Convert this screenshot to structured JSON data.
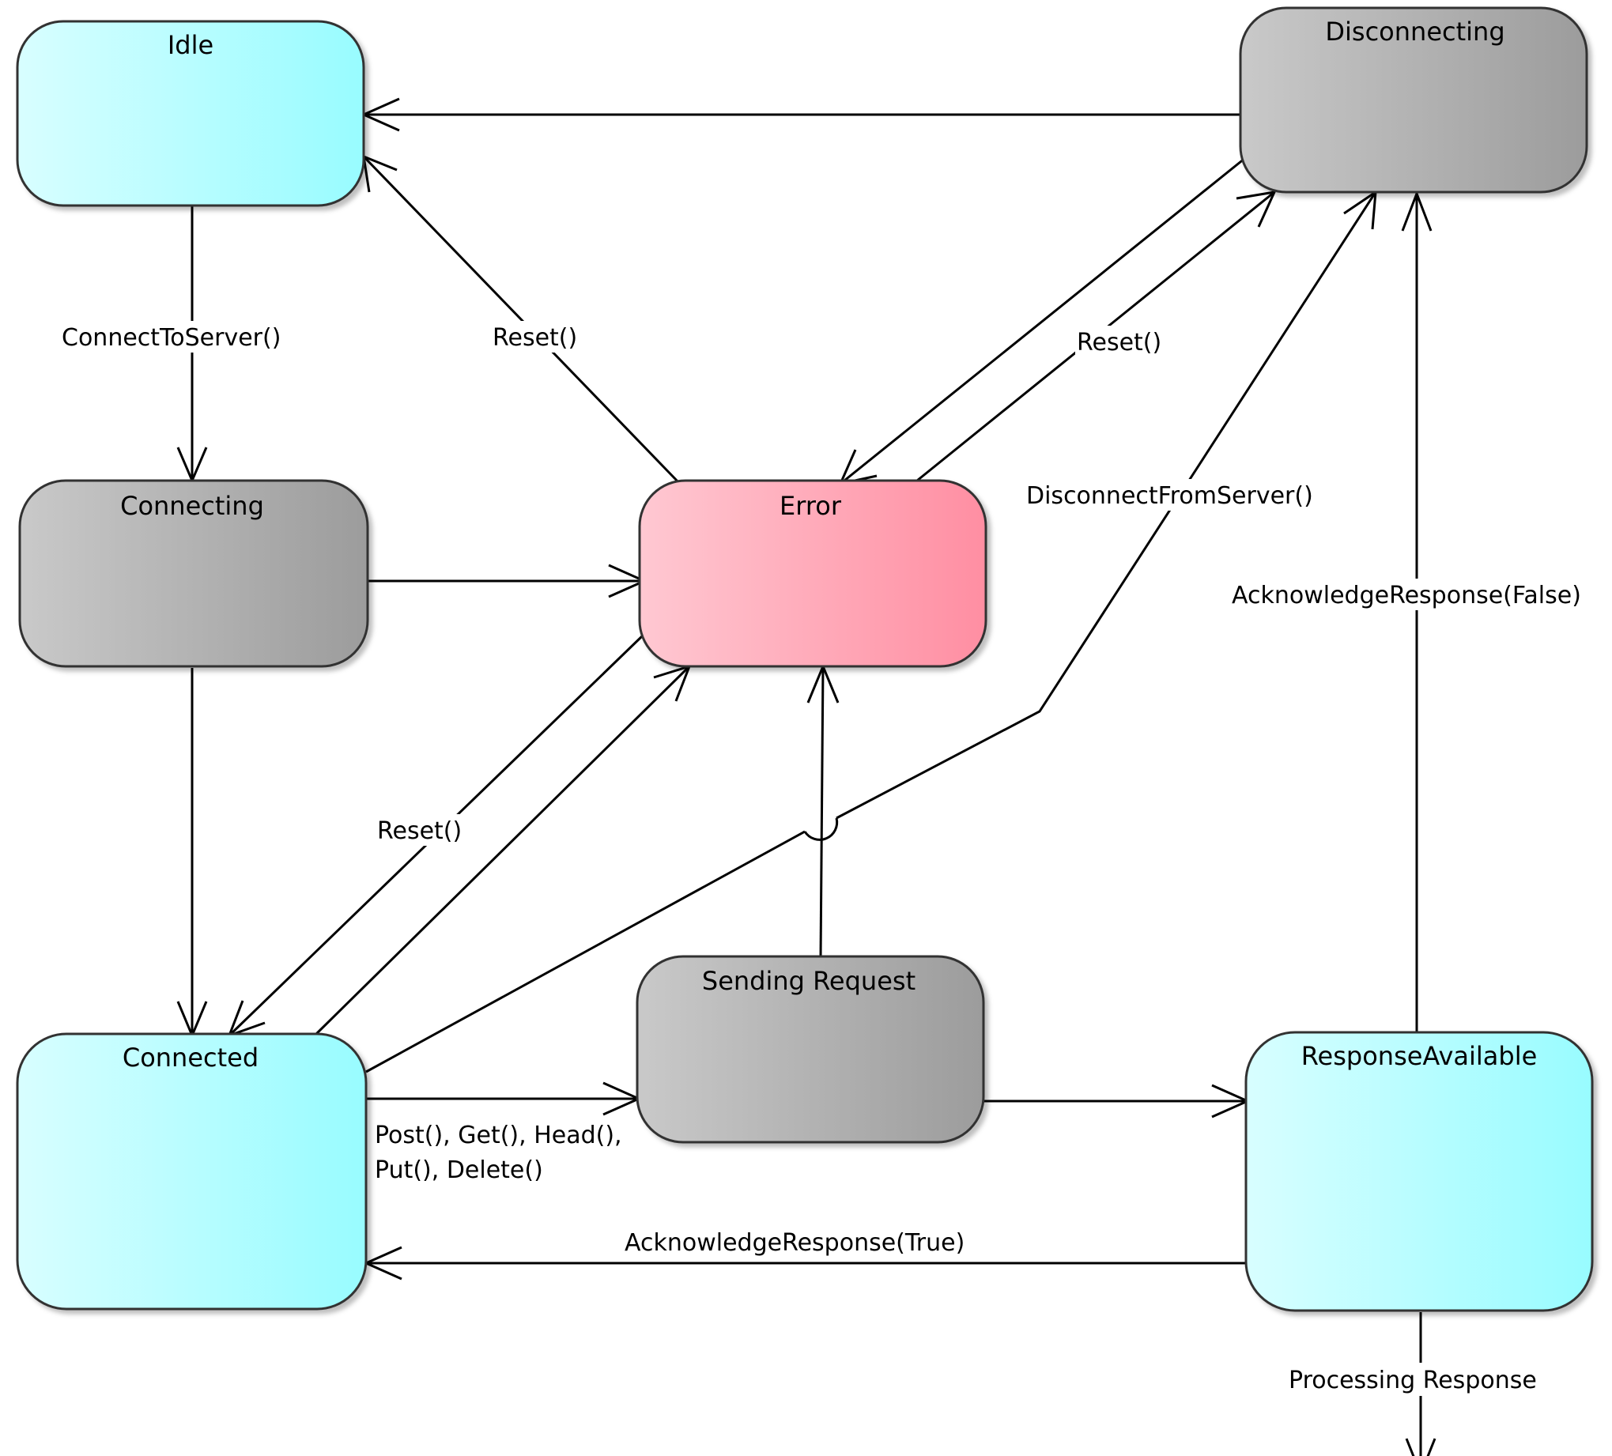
{
  "states": {
    "idle": "Idle",
    "disconnecting": "Disconnecting",
    "connecting": "Connecting",
    "error": "Error",
    "connected": "Connected",
    "sending_request": "Sending Request",
    "response_available": "ResponseAvailable"
  },
  "transitions": {
    "connect_to_server": "ConnectToServer()",
    "reset_error_to_idle": "Reset()",
    "reset_error_to_disconnecting": "Reset()",
    "disconnect_from_server": "DisconnectFromServer()",
    "acknowledge_false": "AcknowledgeResponse(False)",
    "reset_error_to_connected": "Reset()",
    "requests_line1": "Post(), Get(), Head(),",
    "requests_line2": "Put(), Delete()",
    "acknowledge_true": "AcknowledgeResponse(True)",
    "processing_response": "Processing Response"
  },
  "colors": {
    "cyan_state": "#9ffcff",
    "gray_state": "#a8a8a8",
    "error_state": "#ff8ea3"
  }
}
